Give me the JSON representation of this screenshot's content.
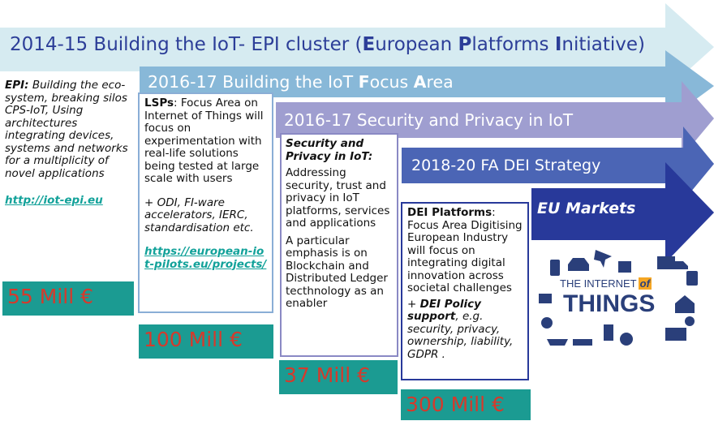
{
  "arrows": [
    {
      "title_pre": "2014-15 Building the IoT- EPI cluster (",
      "b1": "E",
      "t1": "uropean ",
      "b2": "P",
      "t2": "latforms ",
      "b3": "I",
      "t3": "nitiative)",
      "color": "#d6ebf1"
    },
    {
      "title_pre": "2016-17 Building the IoT ",
      "b1": "F",
      "t1": "ocus ",
      "b2": "A",
      "t2": "rea",
      "color": "#88b8d8"
    },
    {
      "title": "2016-17 Security and Privacy in IoT",
      "color": "#9f9ed0"
    },
    {
      "title": "2018-20 FA DEI Strategy",
      "color": "#4b65b5"
    },
    {
      "title": "EU Markets",
      "color": "#28399a"
    }
  ],
  "epi": {
    "head": "EPI:",
    "text": " Building the eco-system, breaking silos CPS-IoT, Using architectures integrating devices, systems and networks for a multiplicity of novel applications",
    "link": "http://iot-epi.eu"
  },
  "lsp": {
    "head": "LSPs",
    "text": ": Focus Area on Internet of Things will focus on experimentation with real-life solutions being tested at large scale with users",
    "extra": "+ ODI, FI-ware accelerators, IERC, standardisation etc.",
    "link": "https://european-iot-pilots.eu/projects/"
  },
  "sec": {
    "head": "Security and Privacy in IoT:",
    "p1": "Addressing security, trust and privacy in IoT platforms, services and applications",
    "p2": "A particular emphasis is on Blockchain and Distributed Ledger tecthnology as an enabler"
  },
  "dei": {
    "head": "DEI Platforms",
    "text": ": Focus Area Digitising European Industry will focus on integrating digital innovation across societal challenges",
    "plus": "+ ",
    "policy": "DEI Policy support",
    "rest": ", e.g. security, privacy, ownership, liability, GDPR ."
  },
  "funding": [
    "55 Mill €",
    "100 Mill €",
    "37 Mill €",
    "300 Mill €"
  ],
  "iot_logo": {
    "line1": "THE INTERNET",
    "line2": "of",
    "line3": "THINGS"
  }
}
